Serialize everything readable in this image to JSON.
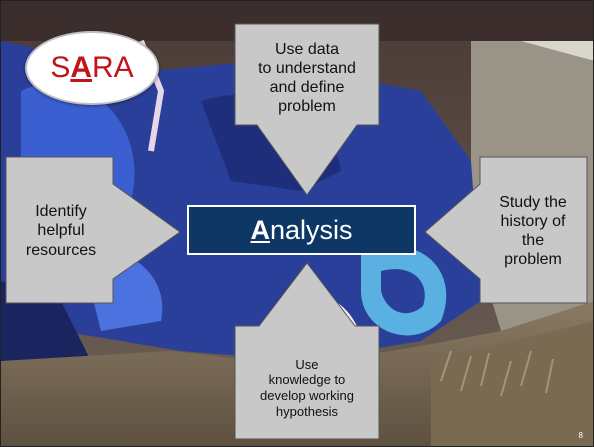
{
  "logo": {
    "first": "S",
    "highlight": "A",
    "rest": "RA"
  },
  "center": {
    "highlight": "A",
    "rest": "nalysis"
  },
  "arrows": {
    "top": {
      "line1": "Use data",
      "line2": "to understand",
      "line3": "and define",
      "line4": "problem"
    },
    "left": {
      "line1": "Identify",
      "line2": "helpful",
      "line3": "resources"
    },
    "right": {
      "line1": "Study the",
      "line2": "history of",
      "line3": "the",
      "line4": "problem"
    },
    "bottom": {
      "line1": "Use",
      "line2": "knowledge to",
      "line3": "develop working",
      "line4": "hypothesis"
    }
  },
  "slide_number": "8",
  "colors": {
    "arrow_fill": "#c8c8c8",
    "center_fill": "#0e3766",
    "logo_text": "#c0151b"
  }
}
